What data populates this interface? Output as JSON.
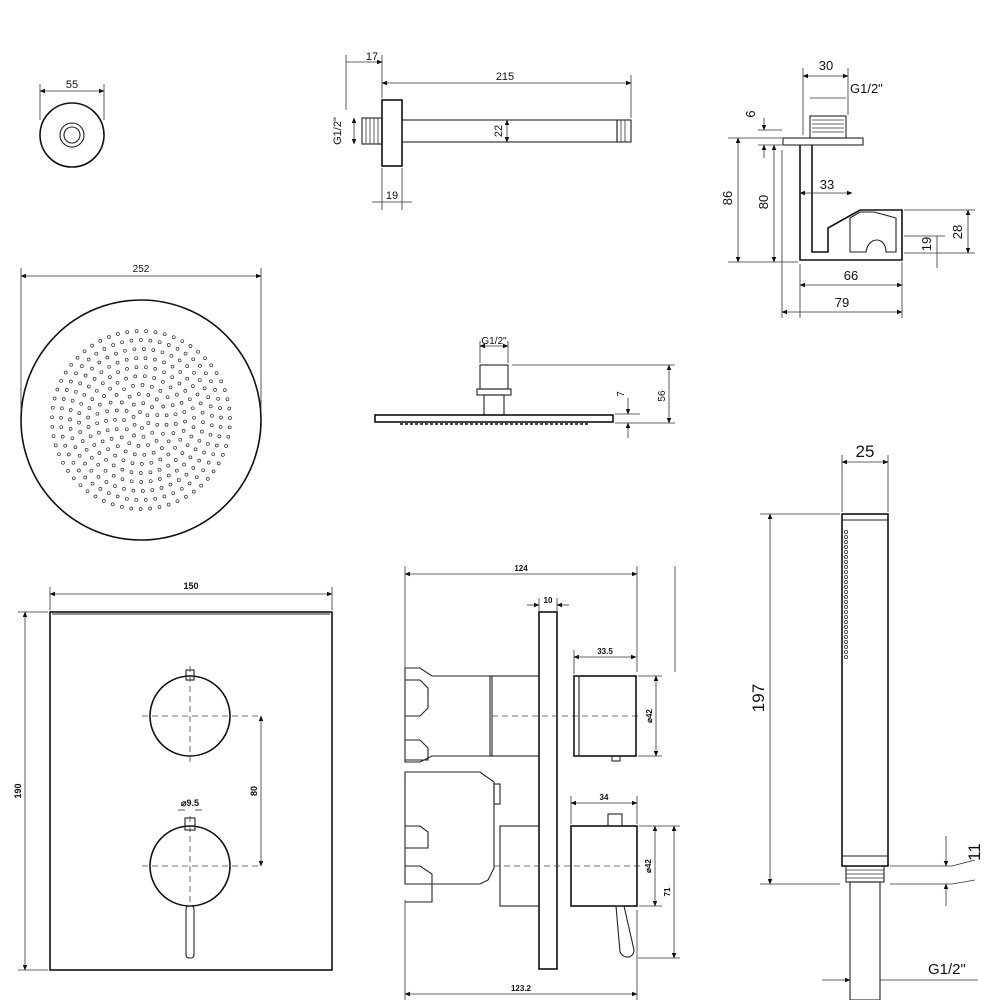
{
  "dimensions": {
    "wall_flange": {
      "diameter": "55"
    },
    "shower_arm": {
      "offset": "17",
      "length": "215",
      "thread": "G1/2\"",
      "pipe": "22",
      "flange": "19"
    },
    "wall_bracket": {
      "width": "30",
      "thread": "G1/2\"",
      "top": "6",
      "height_total": "86",
      "height": "80",
      "inner": "33",
      "hook_a": "28",
      "hook_b": "19",
      "depth_a": "66",
      "depth_b": "79"
    },
    "shower_head_top": {
      "diameter": "252"
    },
    "shower_head_side": {
      "thread": "G1/2\"",
      "thickness": "7",
      "height": "56"
    },
    "hand_shower": {
      "width": "25",
      "length": "197",
      "end": "11",
      "thread": "G1/2\""
    },
    "mixer_front": {
      "width": "150",
      "height": "190",
      "spacing": "80",
      "lever": "⌀9.5"
    },
    "mixer_side": {
      "width": "124",
      "plate": "10",
      "knob_depth": "33.5",
      "knob_dia_top": "⌀42",
      "lever_depth": "34",
      "knob_dia_bottom": "⌀42",
      "offset": "71",
      "depth": "123.2"
    }
  }
}
